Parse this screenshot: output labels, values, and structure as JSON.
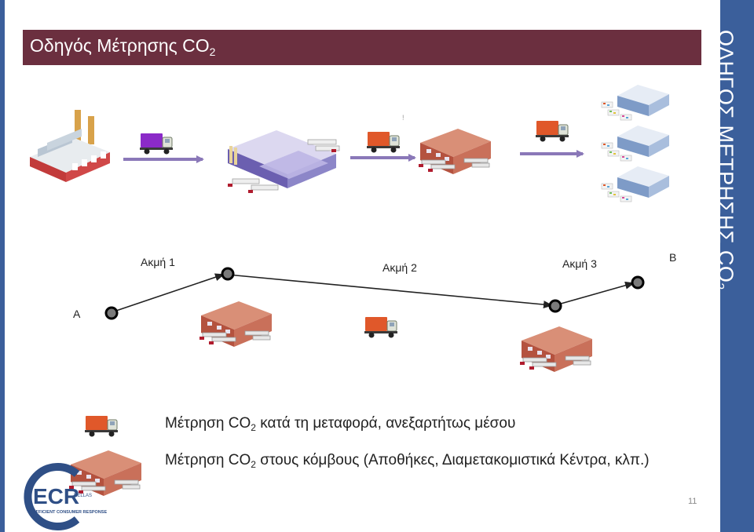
{
  "title": {
    "text": "Οδηγός Μέτρησης CO",
    "sub": "2"
  },
  "side_banner": {
    "text": "ΟΔΗΓΟΣ ΜΕΤΡΗΣΗΣ CO",
    "sub": "2"
  },
  "nodes": {
    "a": "A",
    "b": "B",
    "edge1": "Ακμή 1",
    "edge2": "Ακμή 2",
    "edge3": "Ακμή 3"
  },
  "legend": {
    "transport": {
      "prefix": "Μέτρηση CO",
      "sub": "2",
      "suffix": " κατά τη μεταφορά, ανεξαρτήτως μέσου"
    },
    "hubs": {
      "prefix": "Μέτρηση CO",
      "sub": "2",
      "suffix": " στους κόμβους (Αποθήκες, Διαμετακομιστικά Κέντρα, κλπ.)"
    }
  },
  "logo": {
    "name": "ECR",
    "line1": "HELLAS",
    "line2": "EFFICIENT CONSUMER RESPONSE"
  },
  "page_number": "11",
  "icons": [
    "factory-icon",
    "truck-icon",
    "warehouse-icon",
    "distribution-center-icon",
    "retail-store-icon",
    "arrow-icon",
    "node-dot-icon"
  ],
  "colors": {
    "title_bar": "#6b2f3f",
    "side_band": "#3b5f9b",
    "arrow": "#8a78b8",
    "truck_orange": "#e0582a",
    "truck_purple": "#8b2ac8",
    "warehouse": "#c9705a",
    "distribution_center": "#8c86c8"
  }
}
